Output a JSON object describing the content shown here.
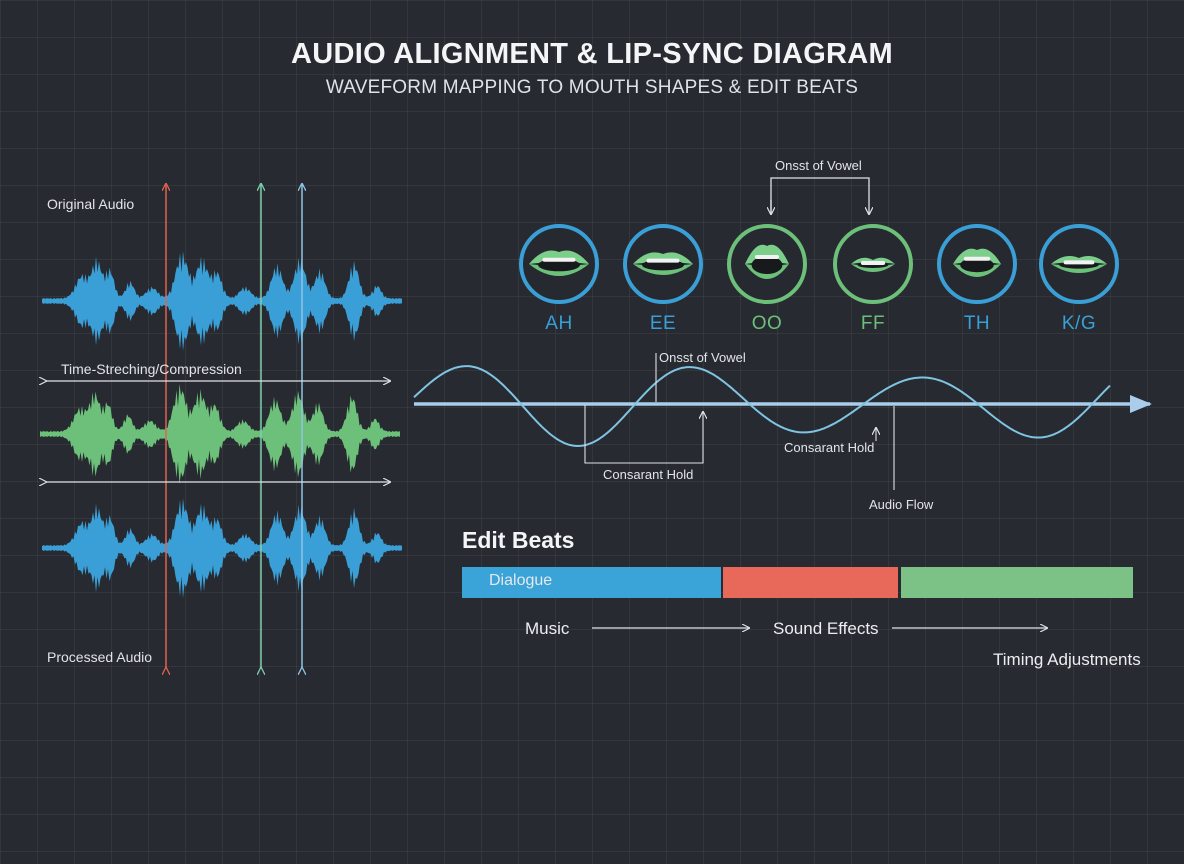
{
  "header": {
    "title": "AUDIO ALIGNMENT & LIP-SYNC DIAGRAM",
    "subtitle": "WAVEFORM MAPPING TO MOUTH SHAPES & EDIT BEATS"
  },
  "waveform_panel": {
    "original_label": "Original Audio",
    "stretch_label": "Time-Streching/Compression",
    "processed_label": "Processed Audio"
  },
  "mouth_shapes": {
    "bracket_label": "Onsst of Vowel",
    "items": [
      {
        "phoneme": "AH",
        "color": "#3a9fd6"
      },
      {
        "phoneme": "EE",
        "color": "#3a9fd6"
      },
      {
        "phoneme": "OO",
        "color": "#6cc07a"
      },
      {
        "phoneme": "FF",
        "color": "#6cc07a"
      },
      {
        "phoneme": "TH",
        "color": "#3a9fd6"
      },
      {
        "phoneme": "K/G",
        "color": "#3a9fd6"
      }
    ]
  },
  "flow": {
    "onset_label": "Onsst of Vowel",
    "hold_label_1": "Consarant Hold",
    "hold_label_2": "Consarant Hold",
    "audio_flow_label": "Audio Flow"
  },
  "edit_beats": {
    "title": "Edit Beats",
    "dialogue_label": "Dialogue",
    "music_label": "Music",
    "sfx_label": "Sound Effects",
    "timing_label": "Timing Adjustments",
    "segments": [
      {
        "name": "dialogue",
        "color": "#3aa3d8"
      },
      {
        "name": "music",
        "color": "#e8685a"
      },
      {
        "name": "sound-effects",
        "color": "#7cc286"
      }
    ]
  },
  "colors": {
    "blue": "#3a9fd6",
    "green": "#6cc07a",
    "red": "#e0624f",
    "teal": "#7fcfae",
    "light-blue": "#8fc4e6"
  }
}
